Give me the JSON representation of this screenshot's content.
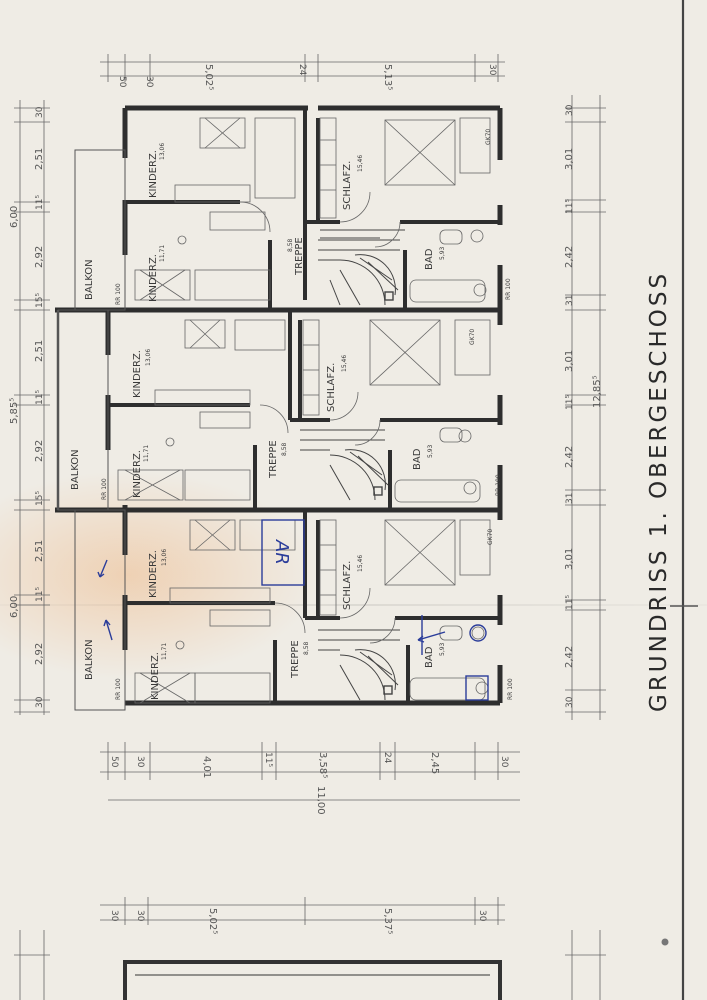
{
  "title": "GRUNDRISS   1. OBERGESCHOSS",
  "annotations": {
    "ar_box": "AR"
  },
  "units": [
    {
      "balkon": "BALKON",
      "kinderz_a": {
        "label": "KINDERZ.",
        "area": "11,71"
      },
      "kinderz_b": {
        "label": "KINDERZ.",
        "area": "13,06"
      },
      "treppe": {
        "label": "TREPPE",
        "area": "8,58"
      },
      "schlafz": {
        "label": "SCHLAFZ.",
        "area": "15,46"
      },
      "bad": {
        "label": "BAD",
        "area": "5,93"
      },
      "rr_left": "RR 100",
      "rr_right": "RR 100",
      "gk": "GK70"
    },
    {
      "balkon": "BALKON",
      "kinderz_a": {
        "label": "KINDERZ.",
        "area": "11,71"
      },
      "kinderz_b": {
        "label": "KINDERZ.",
        "area": "13,06"
      },
      "treppe": {
        "label": "TREPPE",
        "area": "8,58"
      },
      "schlafz": {
        "label": "SCHLAFZ.",
        "area": "15,46"
      },
      "bad": {
        "label": "BAD",
        "area": "5,93"
      },
      "rr_left": "RR 100",
      "rr_right": "RR 100",
      "gk": "GK70"
    },
    {
      "balkon": "BALKON",
      "kinderz_a": {
        "label": "KINDERZ.",
        "area": "11,71"
      },
      "kinderz_b": {
        "label": "KINDERZ.",
        "area": "13,06"
      },
      "treppe": {
        "label": "TREPPE",
        "area": "8,58"
      },
      "schlafz": {
        "label": "SCHLAFZ.",
        "area": "15,46"
      },
      "bad": {
        "label": "BAD",
        "area": "5,93"
      },
      "rr_left": "RR 100",
      "rr_right": "RR 100",
      "gk": "GK70"
    }
  ],
  "dims_left": {
    "top_segments": [
      "30",
      "2,51",
      "11⁵",
      "2,92",
      "15⁵"
    ],
    "top_total": "6,00",
    "mid_segments": [
      "15⁵",
      "2,51",
      "11⁵",
      "2,92",
      "15⁵"
    ],
    "mid_total": "5,85⁵",
    "bot_segments": [
      "15⁵",
      "2,51",
      "11⁵",
      "2,92",
      "30"
    ],
    "bot_total": "6,00"
  },
  "dims_right": {
    "top_segments": [
      "30",
      "3,01",
      "11⁵",
      "2,42",
      "31"
    ],
    "mid_segments": [
      "3,01",
      "11⁵",
      "2,42",
      "31"
    ],
    "bot_segments": [
      "3,01",
      "11⁵",
      "2,42",
      "30"
    ],
    "total": "12,85⁵"
  },
  "dims_upper": {
    "segments": [
      "30",
      "50",
      "5,02⁵",
      "24",
      "5,13⁵",
      "30"
    ]
  },
  "dims_lower": {
    "segments_outer": [
      "50",
      "30",
      "4,01",
      "11⁵",
      "3,58⁵",
      "24",
      "2,45",
      "30"
    ],
    "total": "11,00"
  },
  "dims_bottom_plan": {
    "segments": [
      "30",
      "30",
      "5,02⁵",
      "5,37⁵",
      "30"
    ]
  }
}
